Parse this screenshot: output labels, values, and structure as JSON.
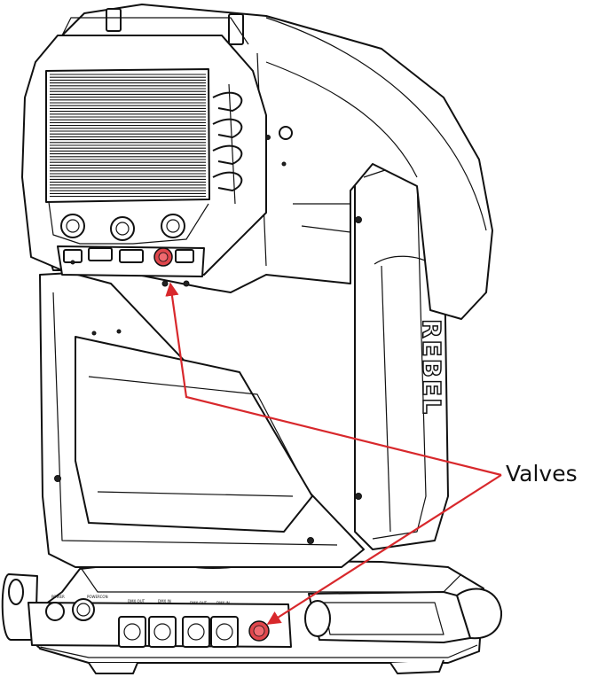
{
  "callout": {
    "label": "Valves"
  },
  "colors": {
    "arrow": "#d8282c",
    "valve": "#e0464c",
    "line": "#111111"
  },
  "fixture": {
    "brand_text": "REBEL",
    "panel_labels": [
      "POWER",
      "POWERCON",
      "DMX OUT",
      "DMX IN",
      "DMX OUT",
      "DMX IN"
    ]
  }
}
